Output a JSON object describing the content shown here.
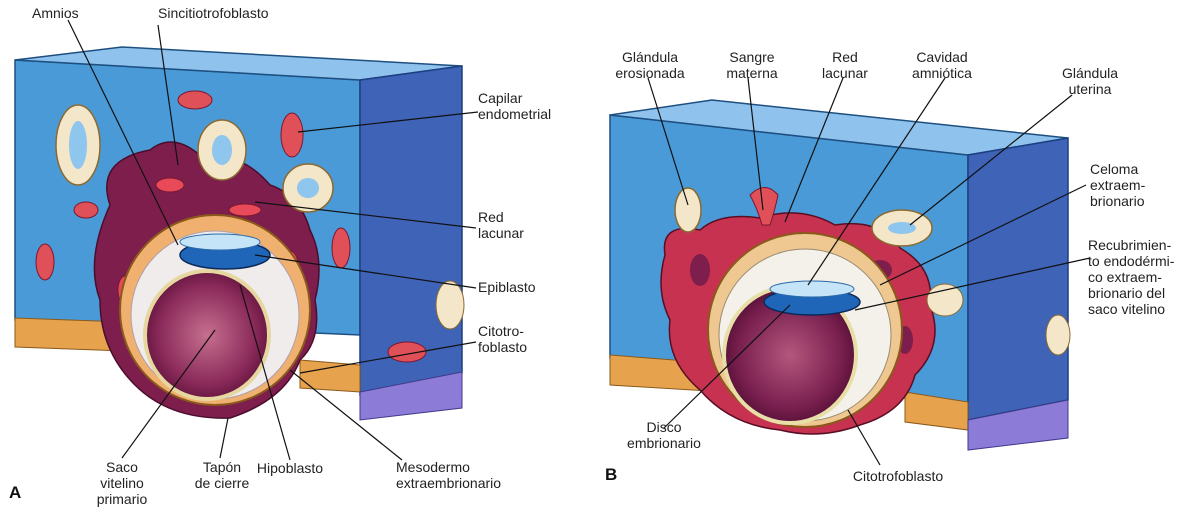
{
  "panels": [
    {
      "letter": "A",
      "labels": [
        {
          "lines": [
            "Amnios"
          ]
        },
        {
          "lines": [
            "Sincitiotrofoblasto"
          ]
        },
        {
          "lines": [
            "Capilar",
            "endometrial"
          ]
        },
        {
          "lines": [
            "Red",
            "lacunar"
          ]
        },
        {
          "lines": [
            "Epiblasto"
          ]
        },
        {
          "lines": [
            "Citotro-",
            "foblasto"
          ]
        },
        {
          "lines": [
            "Saco",
            "vitelino",
            "primario"
          ]
        },
        {
          "lines": [
            "Tapón",
            "de cierre"
          ]
        },
        {
          "lines": [
            "Hipoblasto"
          ]
        },
        {
          "lines": [
            "Mesodermo",
            "extraembrionario"
          ]
        }
      ]
    },
    {
      "letter": "B",
      "labels": [
        {
          "lines": [
            "Glándula",
            "erosionada"
          ]
        },
        {
          "lines": [
            "Sangre",
            "materna"
          ]
        },
        {
          "lines": [
            "Red",
            "lacunar"
          ]
        },
        {
          "lines": [
            "Cavidad",
            "amniótica"
          ]
        },
        {
          "lines": [
            "Glándula",
            "uterina"
          ]
        },
        {
          "lines": [
            "Celoma",
            "extraem-",
            "brionario"
          ]
        },
        {
          "lines": [
            "Recubrimien-",
            "to endodérmi-",
            "co extraem-",
            "brionario del",
            "saco vitelino"
          ]
        },
        {
          "lines": [
            "Disco",
            "embrionario"
          ]
        },
        {
          "lines": [
            "Citotrofoblasto"
          ]
        }
      ]
    }
  ]
}
